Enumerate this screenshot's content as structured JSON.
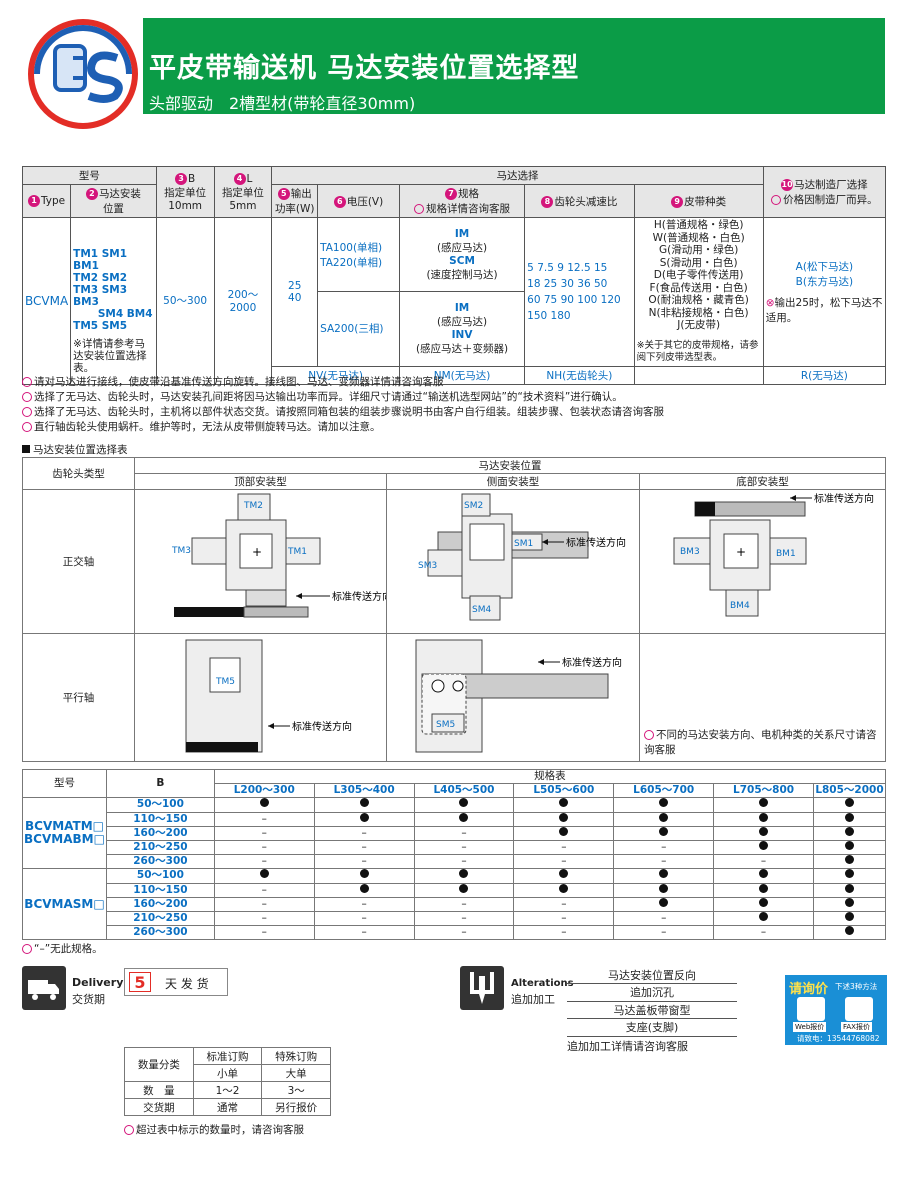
{
  "header": {
    "title": "平皮带输送机 马达安装位置选择型",
    "subtitle": "头部驱动　2槽型材(带轮直径30mm)"
  },
  "spec": {
    "h_model": "型号",
    "h_motorsel": "马达选择",
    "h_type": "Type",
    "h_mount": "马达安装\n位置",
    "h_b": "B\n指定单位\n10mm",
    "h_l": "L\n指定单位\n5mm",
    "h_output": "输出\n功率(W)",
    "h_voltage": "电压(V)",
    "h_spec": "规格",
    "h_spec_sub": "规格详情咨询客服",
    "h_gear": "齿轮头减速比",
    "h_belt": "皮带种类",
    "h_maker": "马达制造厂选择",
    "h_maker_sub": "价格因制造厂而异。",
    "type_val": "BCVMA",
    "mount_val": "TM1 SM1 BM1\nTM2 SM2\nTM3 SM3 BM3\n　　 SM4 BM4\nTM5 SM5",
    "mount_note": "※详情请参考马达安装位置选择表。",
    "b_val": "50～300",
    "l_val": "200～2000",
    "output_val": "25\n40",
    "v1": "TA100(单相)\nTA220(单相)",
    "v2": "SA200(三相)",
    "s1a": "IM",
    "s1b": "(感应马达)",
    "s1c": "SCM",
    "s1d": "(速度控制马达)",
    "s2a": "IM",
    "s2b": "(感应马达)",
    "s2c": "INV",
    "s2d": "(感应马达＋变频器)",
    "gear_val": "5  7.5  9  12.5  15\n18  25  30  36  50\n60  75  90  100 120\n150 180",
    "belt": [
      "H(普通规格・绿色)",
      "W(普通规格・白色)",
      "G(滑动用・绿色)",
      "S(滑动用・白色)",
      "D(电子零件传送用)",
      "F(食品传送用・白色)",
      "O(耐油规格・藏青色)",
      "N(非粘接规格・白色)",
      "J(无皮带)"
    ],
    "belt_note": "※关于其它的皮带规格，请参阅下列皮带选型表。",
    "maker1": "A(松下马达)",
    "maker2": "B(东方马达)",
    "maker_note": "输出25时，松下马达不适用。",
    "nv": "NV(无马达)",
    "nm": "NM(无马达)",
    "nh": "NH(无齿轮头)",
    "r": "R(无马达)"
  },
  "notes": [
    "请对马达进行接线，使皮带沿基准传送方向旋转。接线图、马达、变频器详情请咨询客服",
    "选择了无马达、齿轮头时，马达安装孔间距将因马达输出功率而异。详细尺寸请通过“输送机选型网站”的“技术资料”进行确认。",
    "选择了无马达、齿轮头时，主机将以部件状态交货。请按照同箱包装的组装步骤说明书由客户自行组装。组装步骤、包装状态请咨询客服",
    "直行轴齿轮头使用蜗杆。维护等时，无法从皮带侧旋转马达。请加以注意。"
  ],
  "pos": {
    "section": "马达安装位置选择表",
    "h_gear": "齿轮头类型",
    "h_pos": "马达安装位置",
    "top": "顶部安装型",
    "side": "侧面安装型",
    "bottom": "底部安装型",
    "row1": "正交轴",
    "row2": "平行轴",
    "dir": "标准传送方向",
    "note": "不同的马达安装方向、电机种类的关系尺寸请咨询客服"
  },
  "catalog": {
    "h_model": "型号",
    "h_b": "B",
    "h_spec": "规格表",
    "cols": [
      "L200～300",
      "L305～400",
      "L405～500",
      "L505～600",
      "L605～700",
      "L705～800",
      "L805～2000"
    ],
    "groups": [
      {
        "model": "BCVMATM□\nBCVMABM□",
        "rows": [
          [
            "50～100",
            "●",
            "●",
            "●",
            "●",
            "●",
            "●",
            "●"
          ],
          [
            "110～150",
            "–",
            "●",
            "●",
            "●",
            "●",
            "●",
            "●"
          ],
          [
            "160～200",
            "–",
            "–",
            "–",
            "●",
            "●",
            "●",
            "●"
          ],
          [
            "210～250",
            "–",
            "–",
            "–",
            "–",
            "–",
            "●",
            "●"
          ],
          [
            "260～300",
            "–",
            "–",
            "–",
            "–",
            "–",
            "–",
            "●"
          ]
        ]
      },
      {
        "model": "BCVMASM□",
        "rows": [
          [
            "50～100",
            "●",
            "●",
            "●",
            "●",
            "●",
            "●",
            "●"
          ],
          [
            "110～150",
            "–",
            "●",
            "●",
            "●",
            "●",
            "●",
            "●"
          ],
          [
            "160～200",
            "–",
            "–",
            "–",
            "–",
            "●",
            "●",
            "●"
          ],
          [
            "210～250",
            "–",
            "–",
            "–",
            "–",
            "–",
            "●",
            "●"
          ],
          [
            "260～300",
            "–",
            "–",
            "–",
            "–",
            "–",
            "–",
            "●"
          ]
        ]
      }
    ],
    "foot": "“–”无此规格。"
  },
  "delivery": {
    "en": "Delivery",
    "cn": "交货期",
    "days": "5",
    "label": "天 发 货"
  },
  "alter": {
    "en": "Alterations",
    "cn": "追加加工",
    "items": [
      "马达安装位置反向",
      "追加沉孔",
      "马达盖板带窗型",
      "支座(支脚)"
    ],
    "note": "追加加工详情请咨询客服"
  },
  "qty": {
    "h": "数量分类",
    "std": "标准订购",
    "spc": "特殊订购",
    "small": "小单",
    "large": "大单",
    "r1": "数　量",
    "v1a": "1～2",
    "v1b": "3～",
    "r2": "交货期",
    "v2a": "通常",
    "v2b": "另行报价",
    "note": "超过表中标示的数量时，请咨询客服"
  },
  "contact": {
    "title": "请询价",
    "sub": "下述3种方法",
    "web": "Web报价",
    "fax": "FAX报价",
    "tel": "请致电：13544768082"
  }
}
